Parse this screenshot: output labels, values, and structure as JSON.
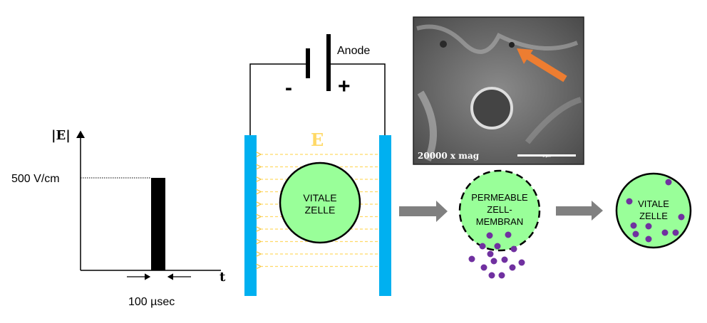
{
  "pulse_graph": {
    "y_axis_label": "|E|",
    "x_axis_label": "t",
    "amplitude_label": "500 V/cm",
    "duration_label": "100 µsec"
  },
  "battery": {
    "anode_label": "Anode",
    "minus_sign": "-",
    "plus_sign": "+"
  },
  "field": {
    "label": "E",
    "cell_label_line1": "VITALE",
    "cell_label_line2": "ZELLE"
  },
  "micrograph": {
    "magnification_label": "20000 x mag",
    "scale_label": "5 µm"
  },
  "permeable_cell": {
    "line1": "PERMEABLE",
    "line2": "ZELL-",
    "line3": "MEMBRAN"
  },
  "final_cell": {
    "line1": "VITALE",
    "line2": "ZELLE"
  },
  "colors": {
    "plate": "#00B0F0",
    "cell_fill": "#99FF99",
    "field_arrows": "#FFD966",
    "molecule": "#7030A0",
    "process_arrow": "#808080",
    "highlight_arrow": "#ED7D31"
  }
}
